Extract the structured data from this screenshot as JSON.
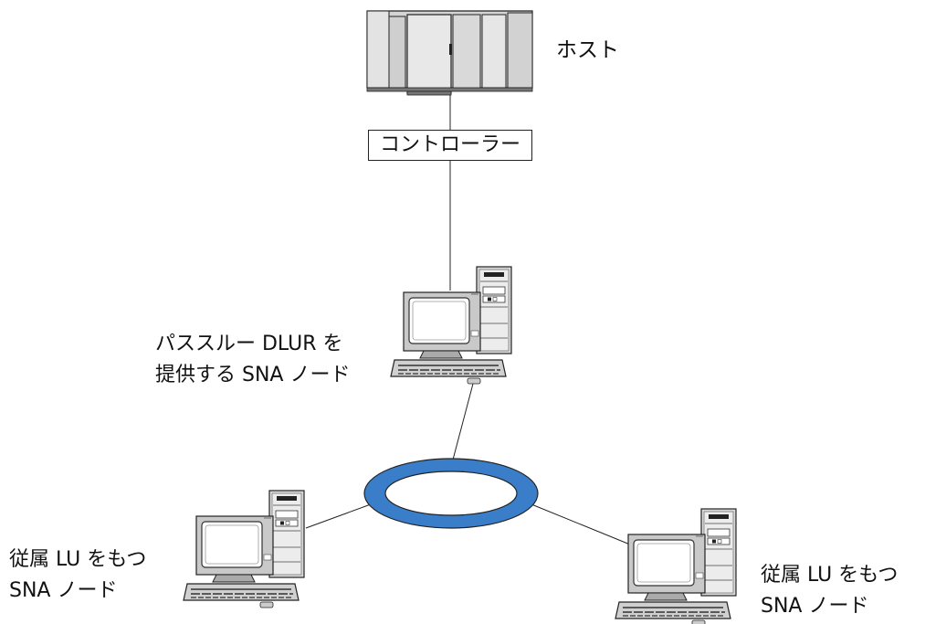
{
  "nodes": {
    "host": {
      "label": "ホスト",
      "icon": "mainframe-icon"
    },
    "controller": {
      "label": "コントローラー"
    },
    "dlur_node": {
      "label_line1": "パススルー DLUR を",
      "label_line2": "提供する SNA ノード",
      "icon": "workstation-icon"
    },
    "dependent_left": {
      "label_line1": "従属 LU をもつ",
      "label_line2": "SNA ノード",
      "icon": "workstation-icon"
    },
    "dependent_right": {
      "label_line1": "従属 LU をもつ",
      "label_line2": "SNA ノード",
      "icon": "workstation-icon"
    }
  },
  "network": {
    "icon": "token-ring-icon",
    "ring_color": "#3a7dc9"
  }
}
